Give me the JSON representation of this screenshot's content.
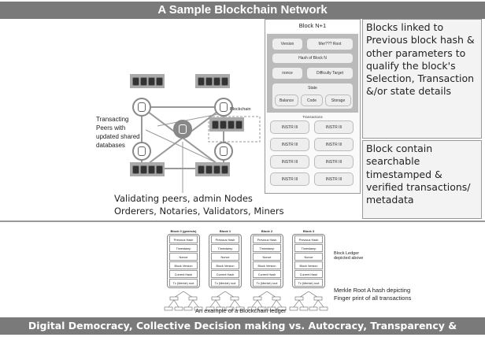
{
  "title": "A Sample Blockchain Network",
  "footer": "Digital Democracy, Collective Decision making vs. Autocracy, Transparency & Disintermediation",
  "block": {
    "header": "Block N+1",
    "version": "Version",
    "merkle": "Mer??? Root",
    "hash": "Hash of Block N",
    "nonce": "nonce",
    "difficulty": "Difficulty Target",
    "state": "State",
    "balance": "Balance",
    "code": "Code",
    "storage": "Storage",
    "transactions": "Transactions",
    "tx_label": "INSTR III"
  },
  "notes": {
    "linked": "Blocks linked to Previous block hash & other parameters to qualify the block's Selection, Transaction &/or state details",
    "contain": "Block contain searchable timestamped & verified transactions/ metadata"
  },
  "network": {
    "peers": "Transacting Peers with updated shared databases",
    "blockchain": "Blockchain",
    "validating1": "Validating peers, admin Nodes",
    "validating2": "Orderers, Notaries, Validators, Miners"
  },
  "ledger": {
    "blocks": [
      "Block 0 (genesis)",
      "Block 1",
      "Block 2",
      "Block 3"
    ],
    "rows": [
      "Previous Hash",
      "Timestamp",
      "Nonce",
      "Block Version",
      "Current Hash",
      "Tx (Merkle) root"
    ],
    "block_ledger": "Block Ledger depicted above",
    "merkle": "Merkle Root A hash depicting Finger print of all transactions",
    "caption": "An example of a Blockchain ledger"
  }
}
